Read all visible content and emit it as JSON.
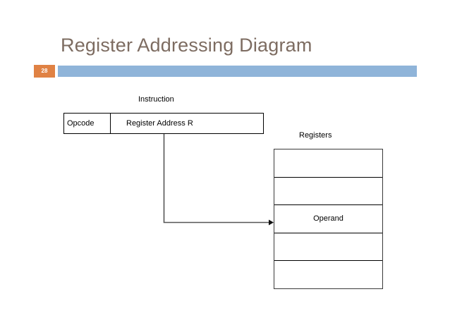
{
  "slide": {
    "title": "Register Addressing Diagram",
    "page_number": "28",
    "accent_badge_color": "#e08244",
    "accent_rule_color": "#8fb4d9",
    "title_color": "#7d6c61",
    "background_color": "#ffffff"
  },
  "instruction": {
    "label": "Instruction",
    "fields": [
      {
        "name": "opcode",
        "text": "Opcode"
      },
      {
        "name": "register-address",
        "text": "Register Address R"
      }
    ]
  },
  "registers": {
    "label": "Registers",
    "rows": [
      {
        "text": ""
      },
      {
        "text": ""
      },
      {
        "text": "Operand"
      },
      {
        "text": ""
      },
      {
        "text": ""
      }
    ]
  },
  "connector": {
    "name": "register-address-to-operand-arrow",
    "from": "Register Address R",
    "to": "Operand",
    "color": "#555555"
  }
}
